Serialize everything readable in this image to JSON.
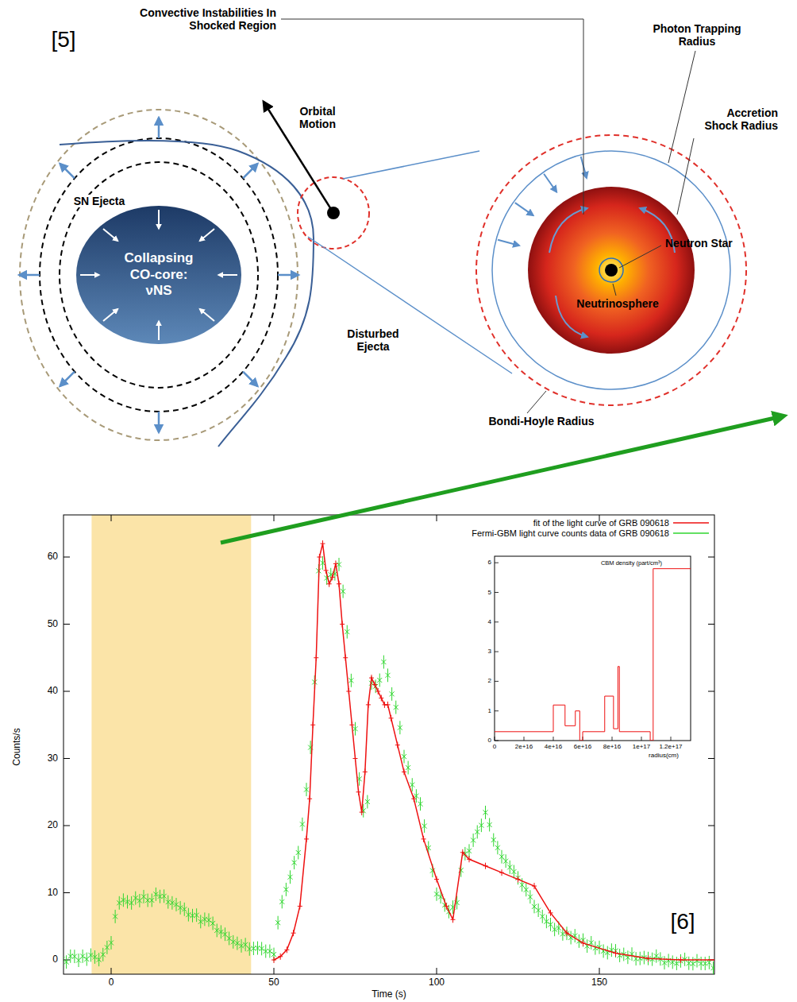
{
  "diagram": {
    "nodes": [
      {
        "text": [
          "Collapsing CO-core: νNS"
        ]
      }
    ],
    "labels": [
      "[5]",
      "Convective Instabilities In Shocked Region",
      "Photon Trapping Radius",
      "Orbital Motion",
      "Accretion Shock Radius",
      "SN Ejecta",
      "Neutron Star",
      "Disturbed Ejecta",
      "Neutrinosphere",
      "Bondi-Hoyle Radius",
      "[6]",
      "Counts/s",
      "Time (s)",
      "0",
      "10",
      "20",
      "30",
      "40",
      "50",
      "60",
      "0",
      "50",
      "100",
      "150",
      "0",
      "1",
      "2",
      "3",
      "4",
      "5",
      "6",
      "0",
      "2e+16",
      "4e+16",
      "6e+16",
      "8e+16",
      "1e+17",
      "1.2e+17",
      "radius(cm)"
    ],
    "legend": [
      {
        "text": "fit of the light curve of GRB 090618"
      },
      {
        "text": "Fermi-GBM light curve counts data of GRB 090618"
      },
      {
        "text": "CBM density (part/cm³)"
      }
    ]
  }
}
